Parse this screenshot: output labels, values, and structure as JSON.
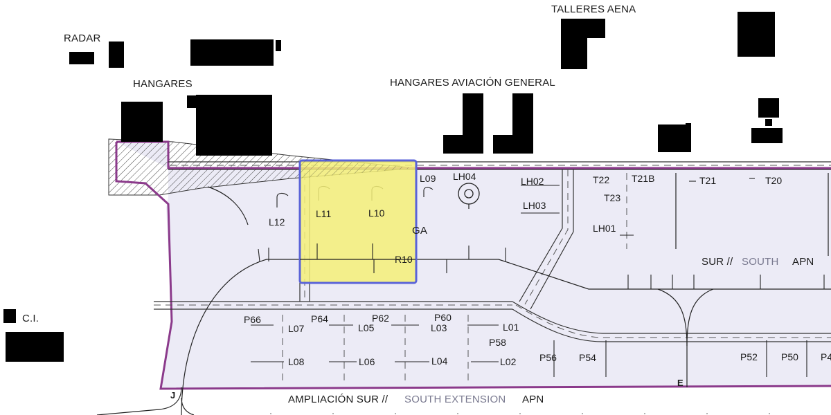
{
  "map": {
    "areas": {
      "radar": "RADAR",
      "talleres": "TALLERES AENA",
      "hangares": "HANGARES",
      "hangares_ag": "HANGARES AVIACIÓN GENERAL",
      "ci": "C.I.",
      "ga": "GA",
      "south_apron_es": "SUR //",
      "south_apron_en": "SOUTH",
      "apn": "APN",
      "south_ext_es": "AMPLIACIÓN SUR //",
      "south_ext_en": "SOUTH EXTENSION",
      "apn2": "APN"
    },
    "markers": {
      "e": "E",
      "j": "J"
    },
    "stands": {
      "l12": "L12",
      "l11": "L11",
      "l10": "L10",
      "l09": "L09",
      "lh04": "LH04",
      "lh02": "LH02",
      "lh03": "LH03",
      "lh01": "LH01",
      "t22": "T22",
      "t21b": "T21B",
      "t23": "T23",
      "t21": "T21",
      "t20": "T20",
      "r10": "R10",
      "p66": "P66",
      "p64": "P64",
      "p62": "P62",
      "p60": "P60",
      "l07": "L07",
      "l05": "L05",
      "l03": "L03",
      "l01": "L01",
      "p58": "P58",
      "l08": "L08",
      "l06": "L06",
      "l04": "L04",
      "l02": "L02",
      "p56": "P56",
      "p54": "P54",
      "p52": "P52",
      "p50": "P50",
      "p4x": "P4"
    },
    "colors": {
      "apron_fill": "#ecebf6",
      "boundary": "#8b3a8b",
      "highlight_fill": "#f4f078",
      "highlight_stroke": "#5a63d8",
      "buildings": "#000000"
    }
  }
}
